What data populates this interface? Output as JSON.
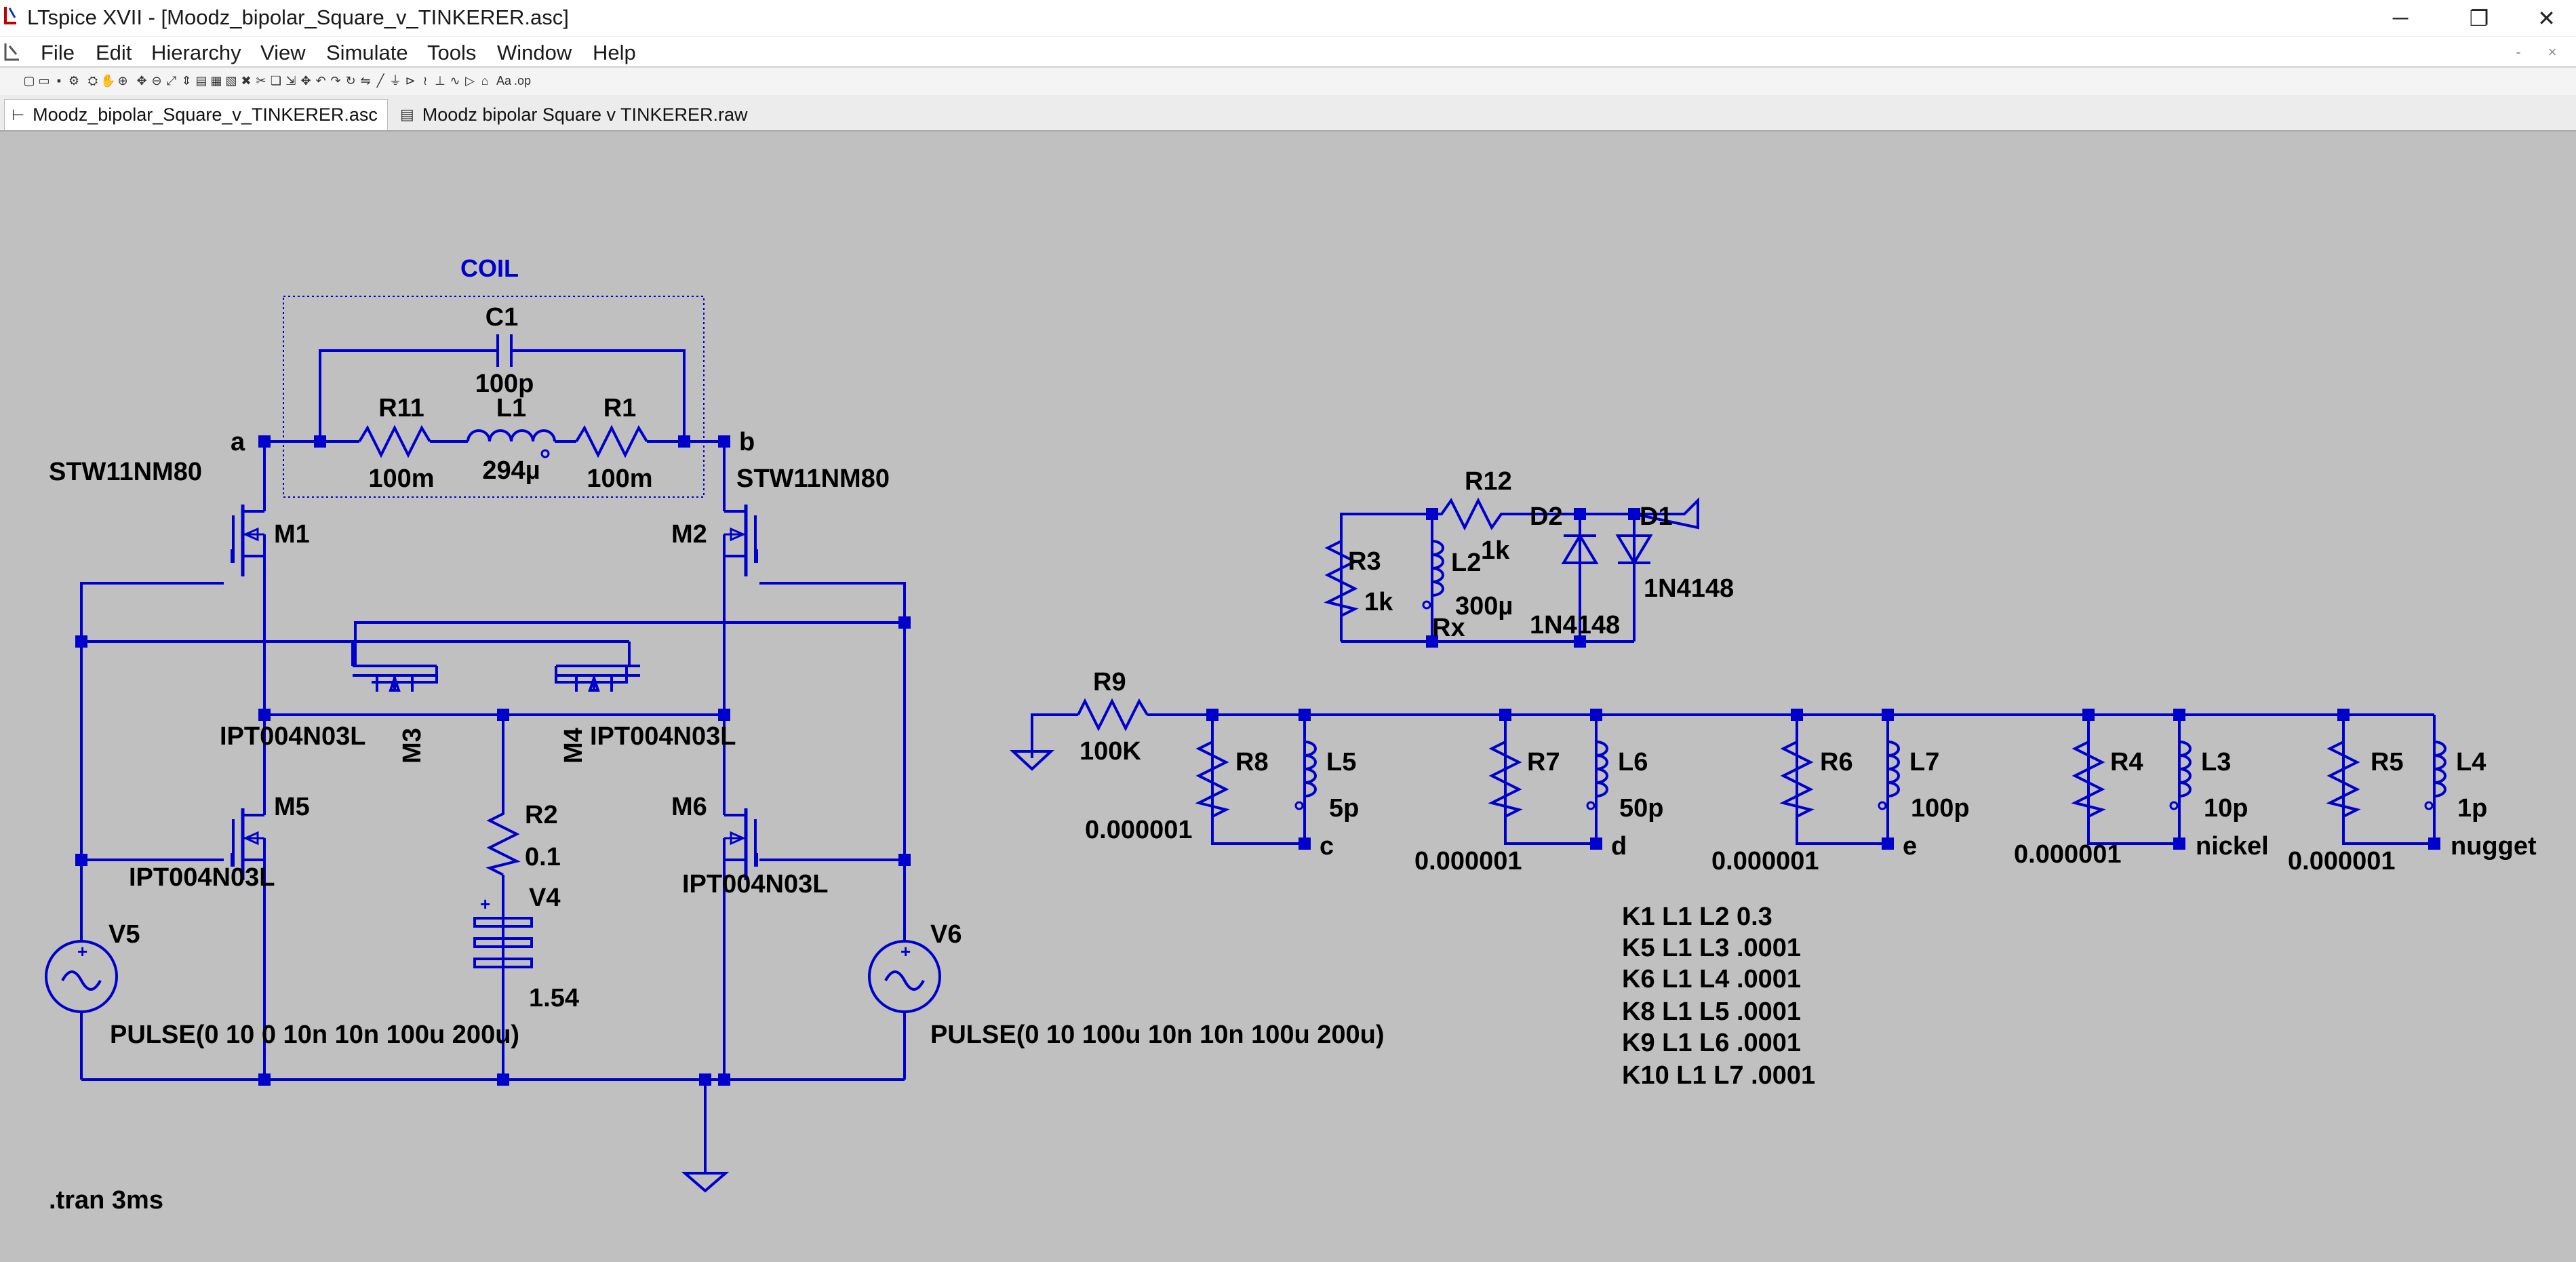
{
  "window": {
    "title": "LTspice XVII - [Moodz_bipolar_Square_v_TINKERER.asc]",
    "controls": {
      "minimize": "─",
      "restore": "❐",
      "close": "✕"
    },
    "app_icon": "ltspice-app-icon"
  },
  "menu": {
    "items": [
      "File",
      "Edit",
      "Hierarchy",
      "View",
      "Simulate",
      "Tools",
      "Window",
      "Help"
    ],
    "mdi_controls": {
      "minimize": "-",
      "close": "×"
    }
  },
  "toolbar": {
    "icons": [
      "new-schematic-icon",
      "open-icon",
      "save-icon",
      "control-panel-icon",
      "run-icon",
      "halt-icon",
      "zoom-in-icon",
      "pan-icon",
      "zoom-out-icon",
      "zoom-fit-icon",
      "autorange-icon",
      "view-spice-netlist-icon",
      "tile-icon",
      "cascade-icon",
      "close-window-icon",
      "delete-icon",
      "duplicate-icon",
      "drag-icon",
      "move-icon",
      "undo-icon",
      "redo-icon",
      "rotate-icon",
      "mirror-icon",
      "wire-icon",
      "ground-icon",
      "label-net-icon",
      "resistor-icon",
      "capacitor-icon",
      "inductor-icon",
      "diode-icon",
      "component-icon",
      "text-icon",
      "spice-directive-icon"
    ]
  },
  "tabs": [
    {
      "label": "Moodz_bipolar_Square_v_TINKERER.asc",
      "icon": "schematic-tab-icon",
      "active": true
    },
    {
      "label": "Moodz  bipolar  Square  v  TINKERER.raw",
      "icon": "waveform-tab-icon",
      "active": false
    }
  ],
  "colors": {
    "wire": "#0000cd",
    "canvas": "#c0c0c0",
    "label_blue": "#0000cd",
    "text": "#000000"
  },
  "schematic": {
    "box_label": "COIL",
    "components": {
      "C1": {
        "name": "C1",
        "value": "100p"
      },
      "R11": {
        "name": "R11",
        "value": "100m"
      },
      "L1": {
        "name": "L1",
        "value": "294µ"
      },
      "R1": {
        "name": "R1",
        "value": "100m"
      },
      "M1": {
        "name": "M1",
        "model": "STW11NM80"
      },
      "M2": {
        "name": "M2",
        "model": "STW11NM80"
      },
      "M3": {
        "name": "M3",
        "model": "IPT004N03L"
      },
      "M4": {
        "name": "M4",
        "model": "IPT004N03L"
      },
      "M5": {
        "name": "M5",
        "model": "IPT004N03L"
      },
      "M6": {
        "name": "M6",
        "model": "IPT004N03L"
      },
      "R2": {
        "name": "R2",
        "value": "0.1"
      },
      "V4": {
        "name": "V4",
        "value": "1.54"
      },
      "V5": {
        "name": "V5",
        "value": "PULSE(0 10 0 10n 10n 100u 200u)"
      },
      "V6": {
        "name": "V6",
        "value": "PULSE(0 10 100u 10n 10n 100u 200u)"
      },
      "R12": {
        "name": "R12",
        "value": "1k"
      },
      "R3": {
        "name": "R3",
        "value": "1k"
      },
      "L2": {
        "name": "L2",
        "value": "300µ"
      },
      "D2": {
        "name": "D2",
        "value": "1N4148"
      },
      "D1": {
        "name": "D1",
        "value": "1N4148"
      },
      "R9": {
        "name": "R9",
        "value": "100K"
      },
      "R8": {
        "name": "R8",
        "value": "0.000001"
      },
      "L5": {
        "name": "L5",
        "value": "5p"
      },
      "R7": {
        "name": "R7",
        "value": "0.000001"
      },
      "L6": {
        "name": "L6",
        "value": "50p"
      },
      "R6": {
        "name": "R6",
        "value": "0.000001"
      },
      "L7": {
        "name": "L7",
        "value": "100p"
      },
      "R4": {
        "name": "R4",
        "value": "0.000001"
      },
      "L3": {
        "name": "L3",
        "value": "10p"
      },
      "R5": {
        "name": "R5",
        "value": "0.000001"
      },
      "L4": {
        "name": "L4",
        "value": "1p"
      }
    },
    "net_labels": {
      "a": "a",
      "b": "b",
      "rx": "Rx",
      "c": "c",
      "d": "d",
      "e": "e",
      "nickel": "nickel",
      "nugget": "nugget"
    },
    "couplings": [
      "K1 L1 L2 0.3",
      "K5 L1 L3 .0001",
      "K6 L1 L4 .0001",
      "K8 L1 L5 .0001",
      "K9 L1 L6 .0001",
      "K10 L1 L7 .0001"
    ],
    "directive": ".tran 3ms"
  }
}
